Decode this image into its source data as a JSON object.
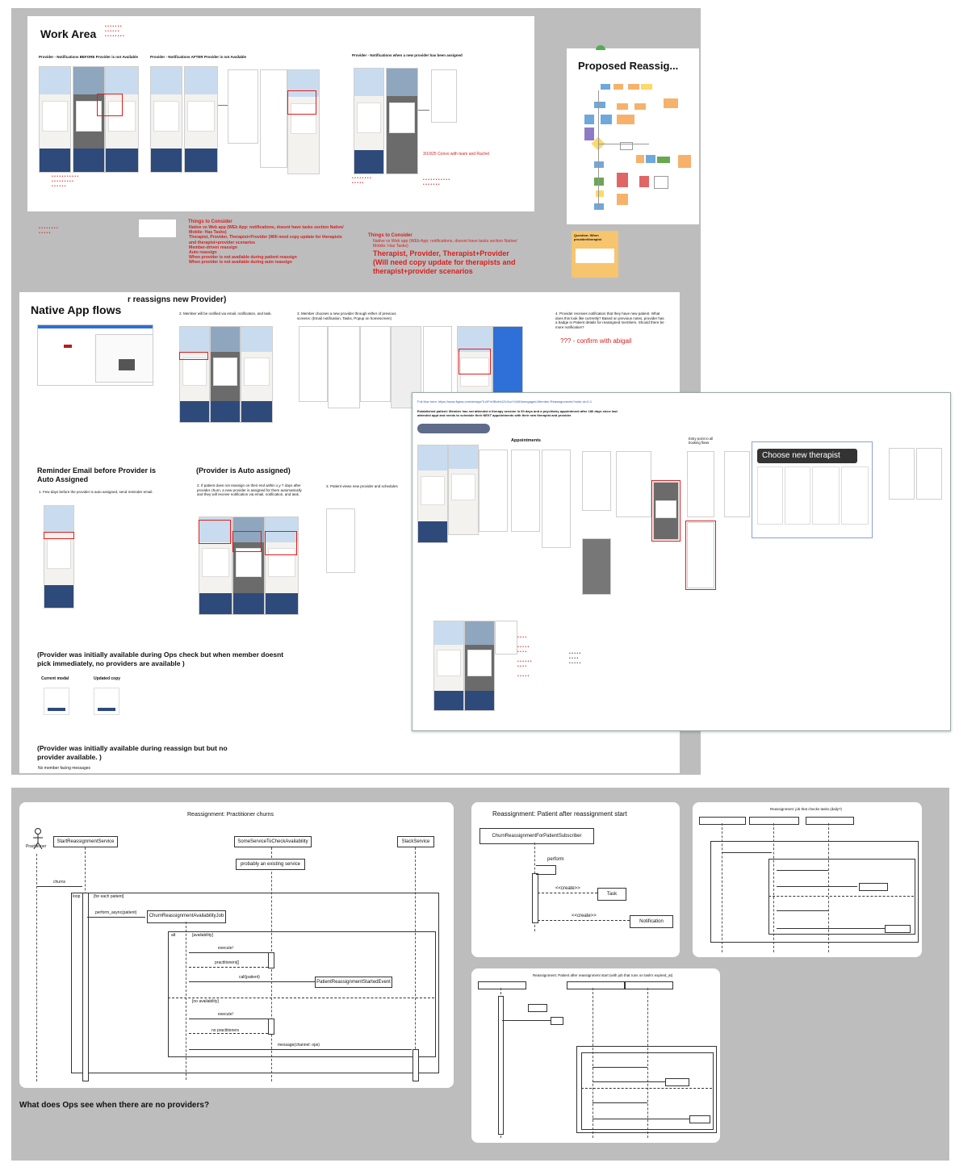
{
  "work_area": {
    "title": "Work Area",
    "sec1": "Provider - Notifications BEFORE Provider is not Available",
    "sec2": "Provider - Notifications AFTER Provider is not Available",
    "sec3": "Provider - Notifications when a new provider has been assigned",
    "note_date": "3/10/25 Convo with team and Rachel",
    "things_title": "Things to Consider",
    "things_items": [
      "Native vs Web app (WEb App: notifications, doesnt have tasks section Native/ Mobile: Has Tasks)",
      "Therapist, Provider, Therapist+Provider (Will need copy update for therapists and therapist+provider scenarios",
      "Member-driven reassign",
      "Auto reassign",
      "When provider is not available during patient reassign",
      "When provider is not available during auto reassign"
    ],
    "things2_title": "Things to Consider",
    "things2_line1": "Native vs Web app (WEb App: notifications, doesnt have tasks section Native/ Mobile: Has Tasks)",
    "things2_big": "Therapist, Provider, Therapist+Provider (Will need copy update for therapists and therapist+provider scenarios"
  },
  "proposed": {
    "title": "Proposed Reassig...",
    "question": "Question: When provider/therapist"
  },
  "native": {
    "title": "Native App flows",
    "subtitle": "r reassigns new Provider)",
    "step2": "2. Member will be notified via email, notification, and task.",
    "step3": "3. Member chooses a new provider through either of previous screens: (Email notification, Tasks, Popup on homescreen)",
    "step4": "4. Provider receives notification that they have new patient. What does this look like currently? Based on previous notes, provider has a badge in Patient details for reassigned members. Should there be more notification?",
    "confirm": "??? - confirm with abigail",
    "reminder_title": "Reminder Email before Provider is Auto Assigned",
    "reminder_step": "1. Few days before the provider is auto assigned, send reminder email.",
    "auto_title": "(Provider is Auto assigned)",
    "auto_step2": "2. If patient does not reassign on their end within x,y 7 days after provider churn, a new provider is assigned for them automatically and they will receive notification via email, notification, and task.",
    "auto_step3": "3. Patient views new provider and schedules",
    "initially1": "(Provider was initially available during Ops check but when member doesnt pick immediately, no providers are available )",
    "current_modal": "Current modal",
    "updated_copy": "Updated copy",
    "initially2": "(Provider was initially available during reassign but but no provider available. )",
    "no_member": "No member facing messages"
  },
  "overlay": {
    "fullflow": "Full flow here: https://www.figma.com/design/TuXFnHBxfm1Zx3cuYtJd/Disengaged-Member-Reassignments?node-id=0-1",
    "desc": "Established patient: Member has not attended a therapy session in 60 days and a psychiatry appointment after 180 days since last attended appt and needs to schedule their NEXT appointments with their new therapist and provider",
    "appointments": "Appointments",
    "entry": "Entry point to all booking flows",
    "tooltip": "Choose new therapist"
  },
  "seq1": {
    "title": "Reassignment: Practitioner churns",
    "actor": "Practitioner",
    "p1": "StartReassignmentService",
    "p2": "SomeServiceToCheckAvailability",
    "p3": "SlackService",
    "note": "probably an existing service",
    "churns": "churns",
    "loop": "loop",
    "loop_cond": "[for each patient]",
    "perform": "perform_async(patient)",
    "job": "ChurnReassignmentAvailabilityJob",
    "alt": "alt",
    "alt_cond": "[availability]",
    "execute1": "execute!",
    "practitioners": "practitioners[]",
    "call": "call(patient)",
    "event": "PatientReassignmentStartedEvent",
    "no_avail": "[no availability]",
    "execute2": "execute!",
    "no_pract": "no practitioners",
    "message": "message(channel: ops)"
  },
  "seq2": {
    "title": "Reassignment: Patient after reassignment start",
    "p1": "ChurnReassignmentForPatientSubscriber",
    "perform": "perform",
    "create1": "<<create>>",
    "task": "Task",
    "create2": "<<create>>",
    "notification": "Notification"
  },
  "seq3": {
    "title": "Reassignment: job that checks tasks (daily?)"
  },
  "seq4": {
    "title": "Reassignment: Patient after reassignment start (with job that runs on task's expired_at)"
  },
  "question": "What does Ops see when there are no providers?"
}
